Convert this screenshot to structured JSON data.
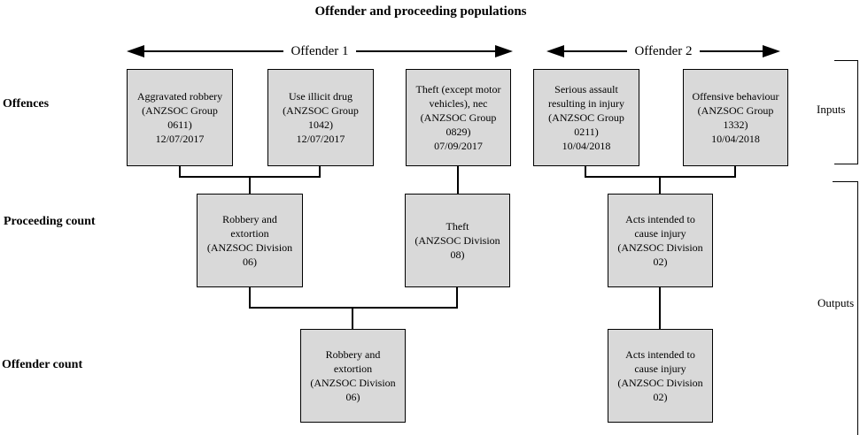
{
  "title": "Offender and proceeding populations",
  "spans": {
    "offender1": "Offender 1",
    "offender2": "Offender 2"
  },
  "row_labels": {
    "offences": "Offences",
    "proceeding_count": "Proceeding count",
    "offender_count": "Offender count"
  },
  "side_labels": {
    "inputs": "Inputs",
    "outputs": "Outputs"
  },
  "colors": {
    "box_fill": "#d9d9d9",
    "box_border": "#000000",
    "line": "#000000",
    "background": "#ffffff",
    "text": "#000000"
  },
  "boxes": {
    "offences": [
      {
        "id": "aggravated-robbery",
        "text": "Aggravated robbery\n(ANZSOC Group\n0611)\n12/07/2017"
      },
      {
        "id": "use-illicit-drug",
        "text": "Use illicit drug\n(ANZSOC Group\n1042)\n12/07/2017"
      },
      {
        "id": "theft-except-motor-vehicles",
        "text": "Theft (except motor\nvehicles), nec\n(ANZSOC Group\n0829)\n07/09/2017"
      },
      {
        "id": "serious-assault",
        "text": "Serious assault\nresulting in injury\n(ANZSOC Group\n0211)\n10/04/2018"
      },
      {
        "id": "offensive-behaviour",
        "text": "Offensive behaviour\n(ANZSOC Group\n1332)\n10/04/2018"
      }
    ],
    "proceeding_count": [
      {
        "id": "robbery-and-extortion",
        "text": "Robbery and\nextortion\n(ANZSOC Division\n06)"
      },
      {
        "id": "theft",
        "text": "Theft\n(ANZSOC Division\n08)"
      },
      {
        "id": "acts-intended-to-cause-injury",
        "text": "Acts intended to\ncause injury\n(ANZSOC Division\n02)"
      }
    ],
    "offender_count": [
      {
        "id": "robbery-and-extortion",
        "text": "Robbery and\nextortion\n(ANZSOC Division\n06)"
      },
      {
        "id": "acts-intended-to-cause-injury",
        "text": "Acts intended to\ncause injury\n(ANZSOC Division\n02)"
      }
    ]
  }
}
